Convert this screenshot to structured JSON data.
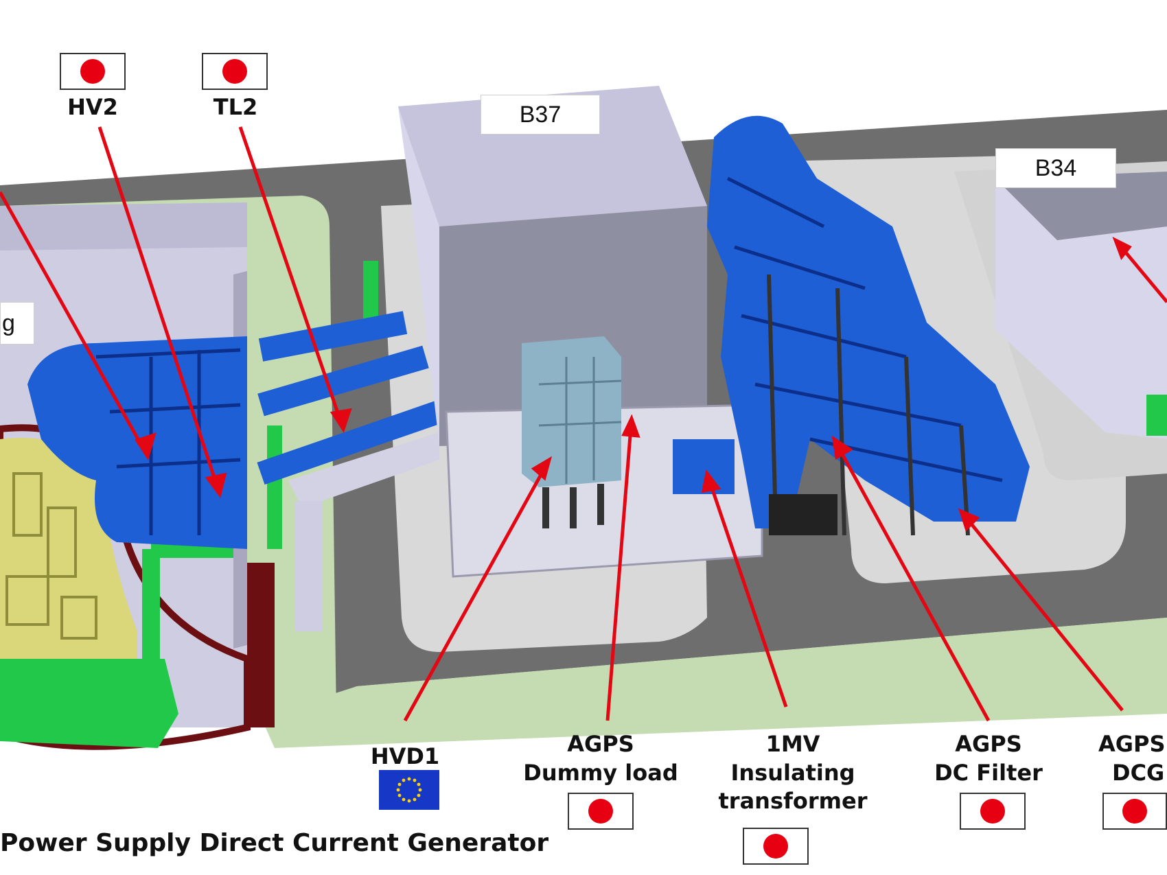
{
  "buildings": {
    "b37": "B37",
    "b34": "B34",
    "left_partial": "g"
  },
  "top_labels": {
    "hv2": "HV2",
    "tl2": "TL2"
  },
  "bottom_labels": {
    "hvd1": "HVD1",
    "agps_dummy": [
      "AGPS",
      "Dummy load"
    ],
    "insulating": [
      "1MV",
      "Insulating",
      "transformer"
    ],
    "dc_filter": [
      "AGPS",
      "DC Filter"
    ],
    "dcg": [
      "AGPS",
      "DCG"
    ]
  },
  "flags": {
    "jp": "flag-japan",
    "eu": "flag-eu"
  },
  "caption": "Power Supply Direct Current Generator",
  "colors": {
    "arrow": "#e30613",
    "equipment_blue": "#1f5fd6",
    "equipment_green": "#22c84a",
    "equipment_yellow": "#d9d77a",
    "road": "#6f6f6f",
    "grass": "#c5dcb2",
    "building": "#d8d6ea"
  }
}
